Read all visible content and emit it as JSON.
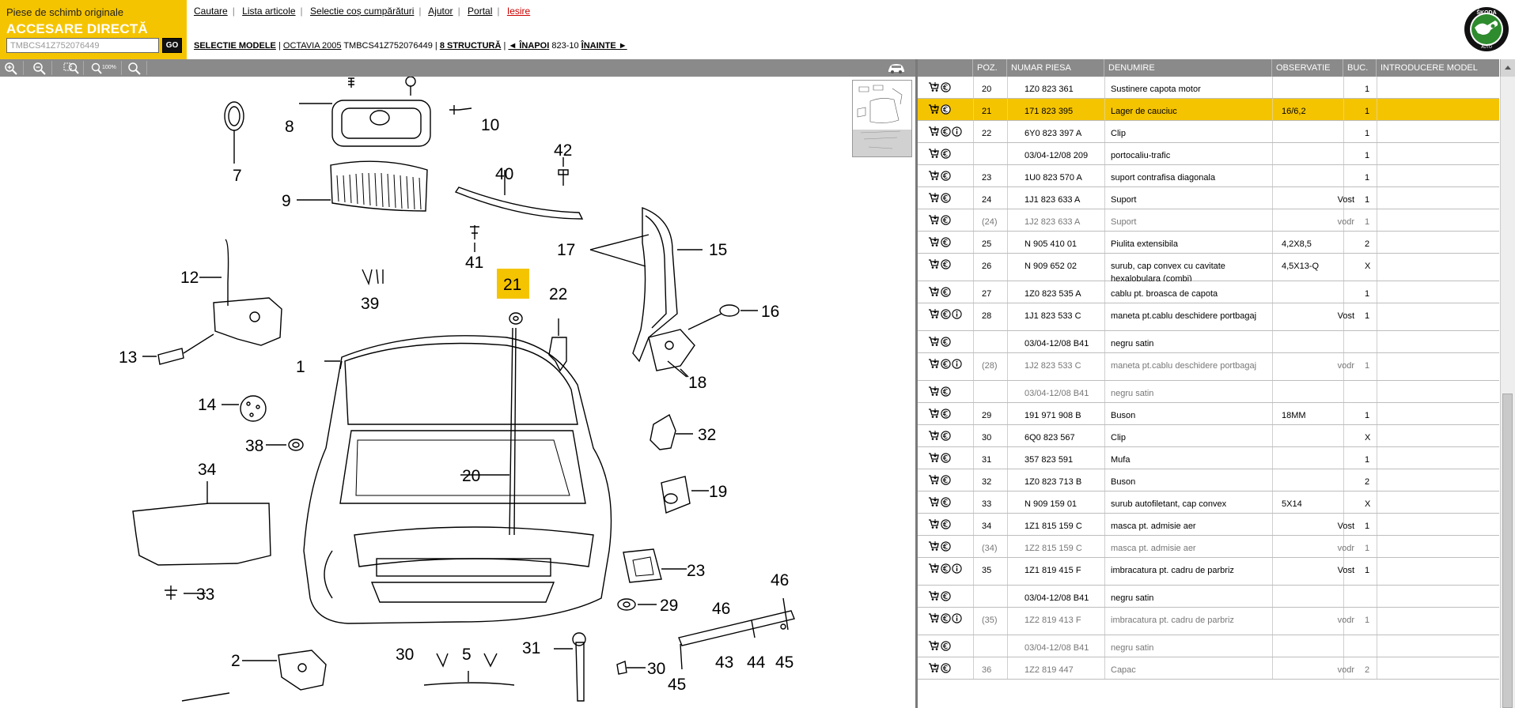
{
  "brand": {
    "subtitle": "Piese de schimb originale",
    "title": "ACCESARE DIRECTĂ",
    "vin_value": "TMBCS41Z752076449",
    "go_label": "GO"
  },
  "topnav": [
    "Cautare",
    "Lista articole",
    "Selectie coș cumpărături",
    "Ajutor",
    "Portal",
    "Iesire"
  ],
  "breadcrumb": {
    "model_select": "SELECTIE MODELE",
    "model": "OCTAVIA 2005",
    "vin": "TMBCS41Z752076449",
    "structure": "8 STRUCTURĂ",
    "back": "◄ ÎNAPOI",
    "group": "823-10",
    "forward": "ÎNAINTE ►"
  },
  "logo": {
    "text": "ŠKODA AUTO"
  },
  "toolbar": {
    "zoom100_label": "100%"
  },
  "table_headers": [
    "POZ.",
    "NUMAR PIESA",
    "DENUMIRE",
    "OBSERVATIE",
    "BUC.",
    "INTRODUCERE MODEL"
  ],
  "parts": [
    {
      "icons": [
        "cart-icon",
        "euro-icon"
      ],
      "poz": "20",
      "num": "1Z0 823 361",
      "den": "Sustinere capota motor",
      "obs": "",
      "vv": "",
      "buc": "1"
    },
    {
      "icons": [
        "cart-icon",
        "euro-icon"
      ],
      "poz": "21",
      "num": "171 823 395",
      "den": "Lager de cauciuc",
      "obs": "16/6,2",
      "vv": "",
      "buc": "1",
      "selected": true
    },
    {
      "icons": [
        "cart-icon",
        "euro-icon",
        "info-icon"
      ],
      "poz": "22",
      "num": "6Y0 823 397 A",
      "den": "Clip",
      "obs": "",
      "vv": "",
      "buc": "1"
    },
    {
      "icons": [
        "cart-icon",
        "euro-icon"
      ],
      "poz": "",
      "num": "03/04-12/08 209",
      "den": "portocaliu-trafic",
      "obs": "",
      "vv": "",
      "buc": "1"
    },
    {
      "icons": [
        "cart-icon",
        "euro-icon"
      ],
      "poz": "23",
      "num": "1U0 823 570 A",
      "den": "suport contrafisa diagonala",
      "obs": "",
      "vv": "",
      "buc": "1"
    },
    {
      "icons": [
        "cart-icon",
        "euro-icon"
      ],
      "poz": "24",
      "num": "1J1 823 633 A",
      "den": "Suport",
      "obs": "",
      "vv": "Vost",
      "buc": "1"
    },
    {
      "icons": [
        "cart-icon",
        "euro-icon"
      ],
      "poz": "(24)",
      "num": "1J2 823 633 A",
      "den": "Suport",
      "obs": "",
      "vv": "vodr",
      "buc": "1",
      "dim": true
    },
    {
      "icons": [
        "cart-icon",
        "euro-icon"
      ],
      "poz": "25",
      "num": "N   905 410 01",
      "den": "Piulita extensibila",
      "obs": "4,2X8,5",
      "vv": "",
      "buc": "2"
    },
    {
      "icons": [
        "cart-icon",
        "euro-icon"
      ],
      "poz": "26",
      "num": "N   909 652 02",
      "den": "surub, cap convex cu cavitate hexalobulara (combi)",
      "obs": "4,5X13-Q",
      "vv": "",
      "buc": "X",
      "tall": true
    },
    {
      "icons": [
        "cart-icon",
        "euro-icon"
      ],
      "poz": "27",
      "num": "1Z0 823 535 A",
      "den": "cablu pt. broasca de capota",
      "obs": "",
      "vv": "",
      "buc": "1"
    },
    {
      "icons": [
        "cart-icon",
        "euro-icon",
        "info-icon"
      ],
      "poz": "28",
      "num": "1J1 823 533 C",
      "den": "maneta pt.cablu deschidere portbagaj",
      "obs": "",
      "vv": "Vost",
      "buc": "1",
      "tall": true
    },
    {
      "icons": [
        "cart-icon",
        "euro-icon"
      ],
      "poz": "",
      "num": "03/04-12/08 B41",
      "den": "negru satin",
      "obs": "",
      "vv": "",
      "buc": ""
    },
    {
      "icons": [
        "cart-icon",
        "euro-icon",
        "info-icon"
      ],
      "poz": "(28)",
      "num": "1J2 823 533 C",
      "den": "maneta pt.cablu deschidere portbagaj",
      "obs": "",
      "vv": "vodr",
      "buc": "1",
      "dim": true,
      "tall": true
    },
    {
      "icons": [
        "cart-icon",
        "euro-icon"
      ],
      "poz": "",
      "num": "03/04-12/08 B41",
      "den": "negru satin",
      "obs": "",
      "vv": "",
      "buc": "",
      "dim": true
    },
    {
      "icons": [
        "cart-icon",
        "euro-icon"
      ],
      "poz": "29",
      "num": "191 971 908 B",
      "den": "Buson",
      "obs": "18MM",
      "vv": "",
      "buc": "1"
    },
    {
      "icons": [
        "cart-icon",
        "euro-icon"
      ],
      "poz": "30",
      "num": "6Q0 823 567",
      "den": "Clip",
      "obs": "",
      "vv": "",
      "buc": "X"
    },
    {
      "icons": [
        "cart-icon",
        "euro-icon"
      ],
      "poz": "31",
      "num": "357 823 591",
      "den": "Mufa",
      "obs": "",
      "vv": "",
      "buc": "1"
    },
    {
      "icons": [
        "cart-icon",
        "euro-icon"
      ],
      "poz": "32",
      "num": "1Z0 823 713 B",
      "den": "Buson",
      "obs": "",
      "vv": "",
      "buc": "2"
    },
    {
      "icons": [
        "cart-icon",
        "euro-icon"
      ],
      "poz": "33",
      "num": "N   909 159 01",
      "den": "surub autofiletant, cap convex",
      "obs": "5X14",
      "vv": "",
      "buc": "X"
    },
    {
      "icons": [
        "cart-icon",
        "euro-icon"
      ],
      "poz": "34",
      "num": "1Z1 815 159 C",
      "den": "masca pt. admisie aer",
      "obs": "",
      "vv": "Vost",
      "buc": "1"
    },
    {
      "icons": [
        "cart-icon",
        "euro-icon"
      ],
      "poz": "(34)",
      "num": "1Z2 815 159 C",
      "den": "masca pt. admisie aer",
      "obs": "",
      "vv": "vodr",
      "buc": "1",
      "dim": true
    },
    {
      "icons": [
        "cart-icon",
        "euro-icon",
        "info-icon"
      ],
      "poz": "35",
      "num": "1Z1 819 415 F",
      "den": "imbracatura pt. cadru de parbriz",
      "obs": "",
      "vv": "Vost",
      "buc": "1",
      "tall": true
    },
    {
      "icons": [
        "cart-icon",
        "euro-icon"
      ],
      "poz": "",
      "num": "03/04-12/08 B41",
      "den": "negru satin",
      "obs": "",
      "vv": "",
      "buc": ""
    },
    {
      "icons": [
        "cart-icon",
        "euro-icon",
        "info-icon"
      ],
      "poz": "(35)",
      "num": "1Z2 819 413 F",
      "den": "imbracatura pt. cadru de parbriz",
      "obs": "",
      "vv": "vodr",
      "buc": "1",
      "dim": true,
      "tall": true
    },
    {
      "icons": [
        "cart-icon",
        "euro-icon"
      ],
      "poz": "",
      "num": "03/04-12/08 B41",
      "den": "negru satin",
      "obs": "",
      "vv": "",
      "buc": "",
      "dim": true
    },
    {
      "icons": [
        "cart-icon",
        "euro-icon"
      ],
      "poz": "36",
      "num": "1Z2 819 447",
      "den": "Capac",
      "obs": "",
      "vv": "vodr",
      "buc": "2",
      "dim": true
    }
  ],
  "diagram_labels": [
    "8",
    "10",
    "7",
    "42",
    "40",
    "9",
    "17",
    "15",
    "41",
    "12",
    "21",
    "22",
    "16",
    "39",
    "13",
    "1",
    "18",
    "14",
    "32",
    "38",
    "34",
    "20",
    "19",
    "23",
    "33",
    "29",
    "46",
    "2",
    "30",
    "5",
    "31",
    "30",
    "43",
    "44",
    "45",
    "45",
    "46"
  ],
  "colors": {
    "accent": "#f5c400",
    "toolbar": "#8a8a8a",
    "exit": "#cc0000"
  }
}
